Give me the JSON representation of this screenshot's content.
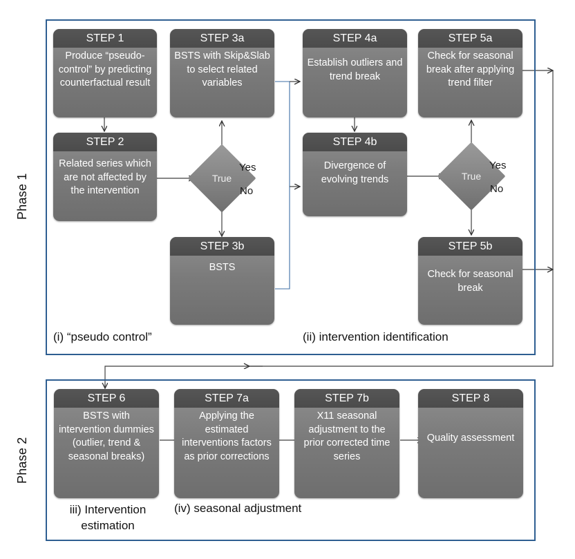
{
  "phases": [
    {
      "name": "Phase 1",
      "label": "Phase 1"
    },
    {
      "name": "Phase 2",
      "label": "Phase 2"
    }
  ],
  "nodes": [
    {
      "id": "step1",
      "title": "STEP 1",
      "body": "Produce “pseudo-control” by predicting counterfactual result"
    },
    {
      "id": "step2",
      "title": "STEP 2",
      "body": "Related series which are not affected by the intervention"
    },
    {
      "id": "step3a",
      "title": "STEP 3a",
      "body": "BSTS with Skip&Slab to select related variables"
    },
    {
      "id": "step3b",
      "title": "STEP 3b",
      "body": "BSTS"
    },
    {
      "id": "step4a",
      "title": "STEP 4a",
      "body": "Establish outliers and trend break"
    },
    {
      "id": "step4b",
      "title": "STEP 4b",
      "body": "Divergence of evolving trends"
    },
    {
      "id": "step5a",
      "title": "STEP 5a",
      "body": "Check  for seasonal break after applying trend filter"
    },
    {
      "id": "step5b",
      "title": "STEP 5b",
      "body": "Check for seasonal break"
    },
    {
      "id": "step6",
      "title": "STEP 6",
      "body": "BSTS with intervention dummies (outlier, trend & seasonal breaks)"
    },
    {
      "id": "step7a",
      "title": "STEP 7a",
      "body": "Applying  the estimated interventions factors as prior corrections"
    },
    {
      "id": "step7b",
      "title": "STEP 7b",
      "body": "X11 seasonal adjustment to the prior corrected time series"
    },
    {
      "id": "step8",
      "title": "STEP 8",
      "body": "Quality assessment"
    }
  ],
  "decisions": [
    {
      "id": "decision1",
      "label": "True",
      "yes": "Yes",
      "no": "No"
    },
    {
      "id": "decision2",
      "label": "True",
      "yes": "Yes",
      "no": "No"
    }
  ],
  "captions": [
    {
      "id": "cap-i",
      "text": "(i) “pseudo control”"
    },
    {
      "id": "cap-ii",
      "text": "(ii) intervention identification"
    },
    {
      "id": "cap-iii",
      "text": "iii) Intervention estimation"
    },
    {
      "id": "cap-iv",
      "text": "(iv) seasonal adjustment"
    }
  ],
  "colors": {
    "frame_border": "#2e5e91",
    "node_header": "#4f4f4f",
    "node_body": "#7b7b7b",
    "connector": "#404040",
    "blue_connector": "#3c6ea5",
    "text_light": "#ffffff",
    "text_dark": "#111111",
    "background": "#ffffff"
  }
}
